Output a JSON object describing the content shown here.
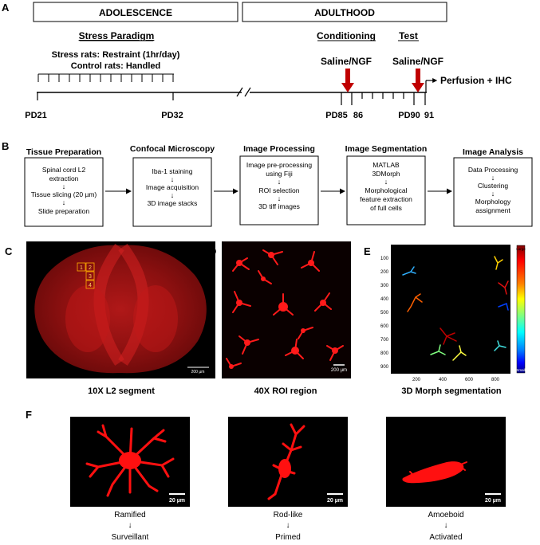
{
  "panels": {
    "a": "A",
    "b": "B",
    "c": "C",
    "d": "D",
    "e": "E",
    "f": "F"
  },
  "timeline": {
    "adolescence": "ADOLESCENCE",
    "adulthood": "ADULTHOOD",
    "stress_paradigm": "Stress Paradigm",
    "conditioning": "Conditioning",
    "test": "Test",
    "stress_rats": "Stress rats: Restraint (1hr/day)",
    "control_rats": "Control rats: Handled",
    "saline_ngf_1": "Saline/NGF",
    "saline_ngf_2": "Saline/NGF",
    "perfusion": "Perfusion + IHC",
    "pd21": "PD21",
    "pd32": "PD32",
    "pd85": "PD85",
    "d86": "86",
    "pd90": "PD90",
    "d91": "91",
    "arrow_color": "#c00000"
  },
  "workflow": [
    {
      "title": "Tissue Preparation",
      "steps": [
        "Spinal cord L2",
        "extraction",
        "↓",
        "Tissue slicing (20 µm)",
        "↓",
        "Slide preparation"
      ]
    },
    {
      "title": "Confocal Microscopy",
      "steps": [
        "Iba-1 staining",
        "↓",
        "Image acquisition",
        "↓",
        "3D image stacks"
      ]
    },
    {
      "title": "Image Processing",
      "steps": [
        "Image pre-processing",
        "using Fiji",
        "↓",
        "ROI selection",
        "↓",
        "3D tiff images"
      ]
    },
    {
      "title": "Image  Segmentation",
      "steps": [
        "MATLAB",
        "3DMorph",
        "↓",
        "Morphological",
        "feature extraction",
        "of full cells"
      ]
    },
    {
      "title": "Image Analysis",
      "steps": [
        "Data Processing",
        "↓",
        "Clustering",
        "↓",
        "Morphology",
        "assignment"
      ]
    }
  ],
  "images": {
    "c_caption": "10X L2 segment",
    "d_caption": "40X ROI region",
    "e_caption": "3D Morph segmentation",
    "c_scalebar": "200 µm",
    "d_scalebar": "200 µm",
    "roi_boxes": [
      "1",
      "2",
      "3",
      "4"
    ],
    "e_yticks": [
      "100",
      "200",
      "300",
      "400",
      "500",
      "600",
      "700",
      "800",
      "900"
    ],
    "e_xticks": [
      "200",
      "400",
      "600",
      "800"
    ],
    "colorbar_top": "Large",
    "colorbar_bottom": "Small"
  },
  "morphology": [
    {
      "name": "Ramified",
      "state": "Surveillant",
      "scalebar": "20 µm"
    },
    {
      "name": "Rod-like",
      "state": "Primed",
      "scalebar": "20 µm"
    },
    {
      "name": "Amoeboid",
      "state": "Activated",
      "scalebar": "20 µm"
    }
  ]
}
